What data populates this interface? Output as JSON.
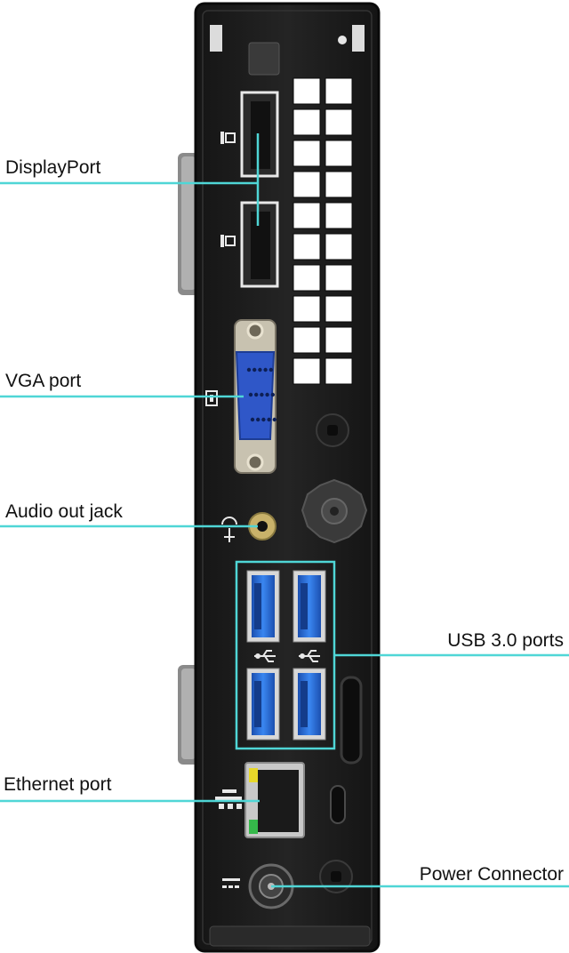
{
  "labels": {
    "displayport": "DisplayPort",
    "vga": "VGA port",
    "audio": "Audio out jack",
    "usb": "USB 3.0 ports",
    "ethernet": "Ethernet port",
    "power": "Power Connector"
  },
  "colors": {
    "leader": "#4fd6d6",
    "chassis": "#1c1c1c",
    "vga_blue": "#2f57c8",
    "usb_blue": "#2a6fe0",
    "jack_gold": "#c9b26a",
    "led_yellow": "#e7d82a",
    "led_green": "#35b84a"
  },
  "icons": [
    "displayport-icon",
    "vga-icon",
    "headphone-mic-icon",
    "usb-icon",
    "network-icon",
    "dc-power-icon"
  ]
}
